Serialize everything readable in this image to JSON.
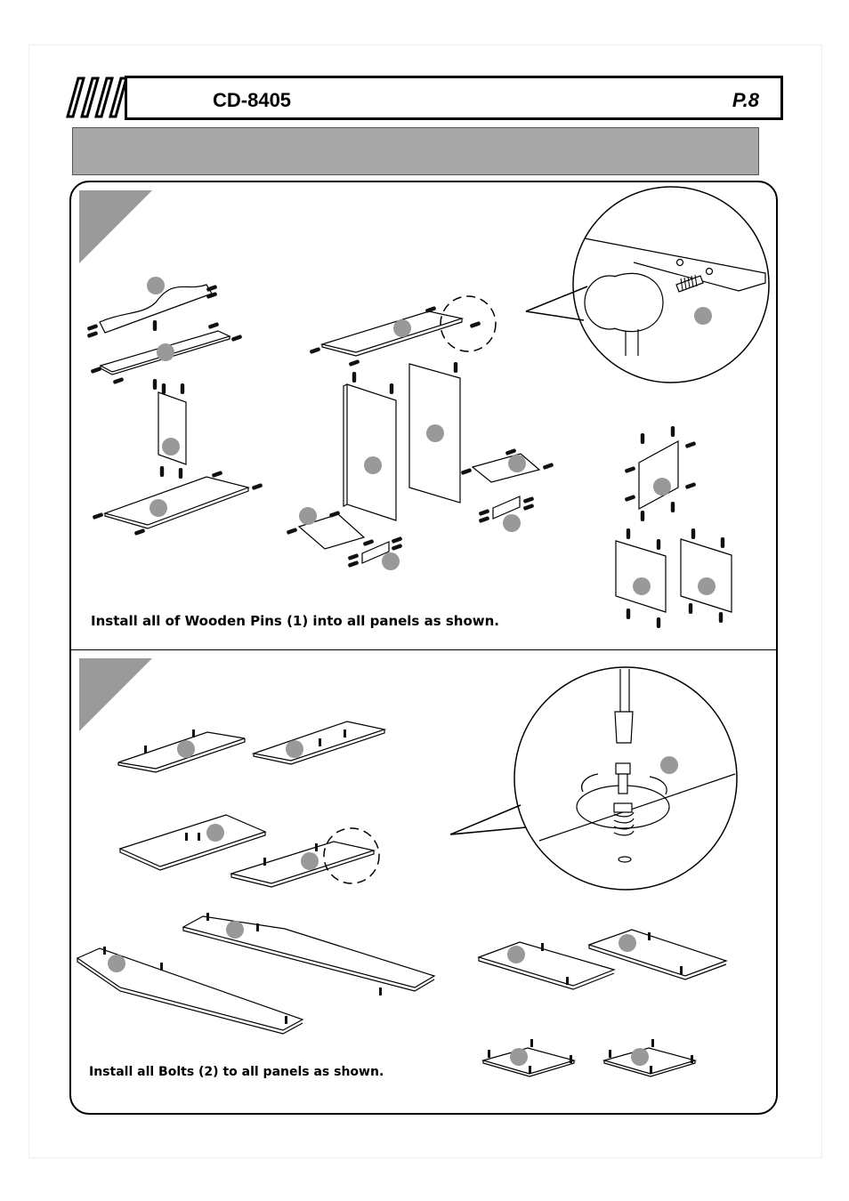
{
  "header": {
    "model": "CD-8405",
    "page": "P.8"
  },
  "step1": {
    "instruction": "Install all of Wooden Pins (1) into all panels as shown."
  },
  "step2": {
    "instruction": "Install all Bolts (2) to all panels as shown."
  },
  "colors": {
    "gray_bar": "#a8a8a8",
    "step_triangle": "#9a9a9a",
    "badge": "#999999"
  }
}
